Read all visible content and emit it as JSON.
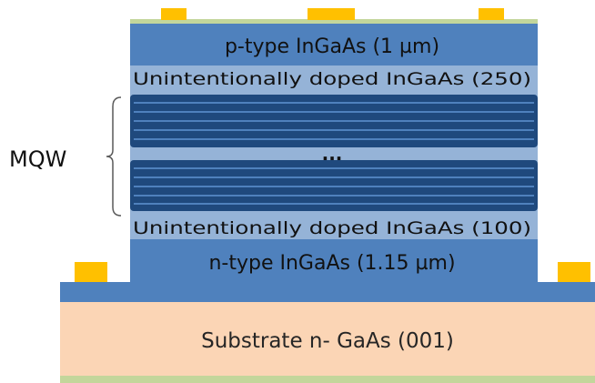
{
  "layers": {
    "p_type": "p-type InGaAs (1 µm)",
    "undoped_top": "Unintentionally doped InGaAs (250)",
    "ellipsis": "...",
    "undoped_bottom": "Unintentionally doped InGaAs (100)",
    "n_type": "n-type InGaAs (1.15 µm)",
    "substrate": "Substrate n- GaAs (001)"
  },
  "mqw_label": "MQW",
  "colors": {
    "p_type": "#4f81bd",
    "undoped": "#95b3d7",
    "quantum_well": "#1f497d",
    "well_line": "#4f81bd",
    "n_type": "#4f81bd",
    "substrate": "#fbd5b5",
    "contact": "#ffc000",
    "top_film": "#c3d69b",
    "bottom_film": "#c3d69b",
    "bracket": "#595959"
  }
}
